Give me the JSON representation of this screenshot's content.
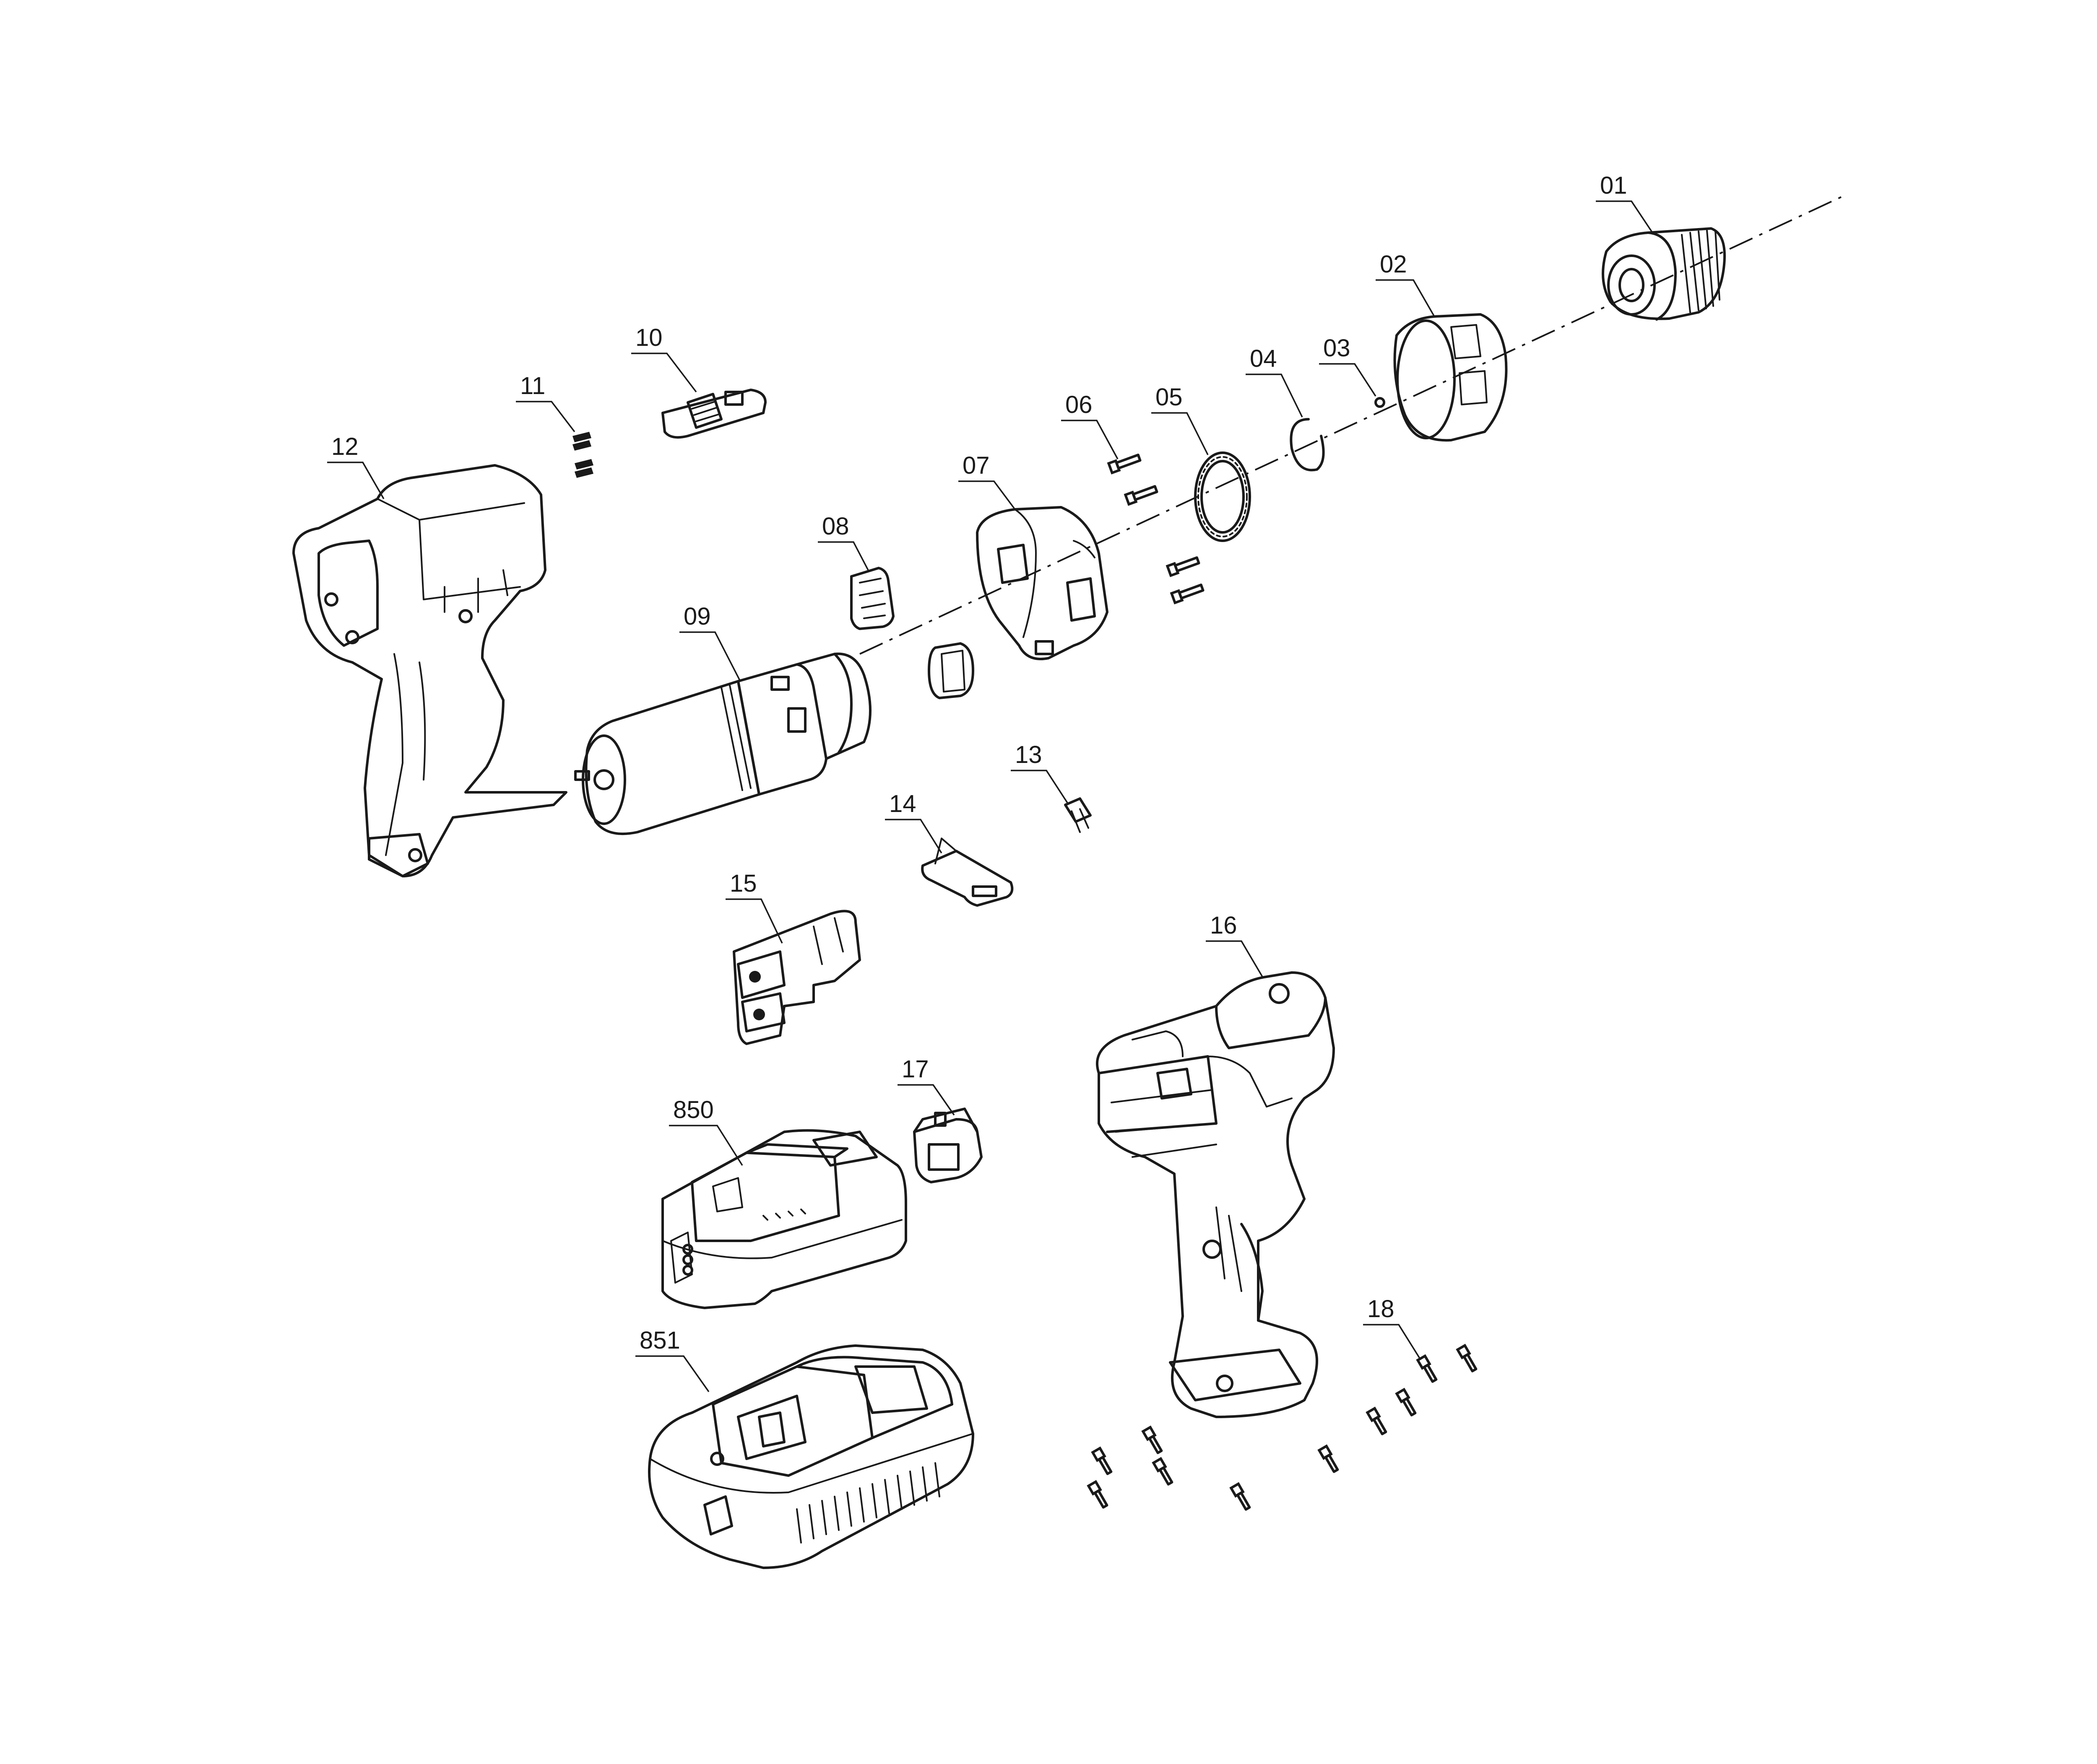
{
  "diagram": {
    "kind": "exploded parts view",
    "parts": [
      {
        "id": "01",
        "label": "01"
      },
      {
        "id": "02",
        "label": "02"
      },
      {
        "id": "03",
        "label": "03"
      },
      {
        "id": "04",
        "label": "04"
      },
      {
        "id": "05",
        "label": "05"
      },
      {
        "id": "06",
        "label": "06"
      },
      {
        "id": "07",
        "label": "07"
      },
      {
        "id": "08",
        "label": "08"
      },
      {
        "id": "09",
        "label": "09"
      },
      {
        "id": "10",
        "label": "10"
      },
      {
        "id": "11",
        "label": "11"
      },
      {
        "id": "12",
        "label": "12"
      },
      {
        "id": "13",
        "label": "13"
      },
      {
        "id": "14",
        "label": "14"
      },
      {
        "id": "15",
        "label": "15"
      },
      {
        "id": "16",
        "label": "16"
      },
      {
        "id": "17",
        "label": "17"
      },
      {
        "id": "18",
        "label": "18"
      },
      {
        "id": "850",
        "label": "850"
      },
      {
        "id": "851",
        "label": "851"
      }
    ],
    "colors": {
      "ink": "#1a1a1a",
      "background": "#ffffff"
    }
  }
}
